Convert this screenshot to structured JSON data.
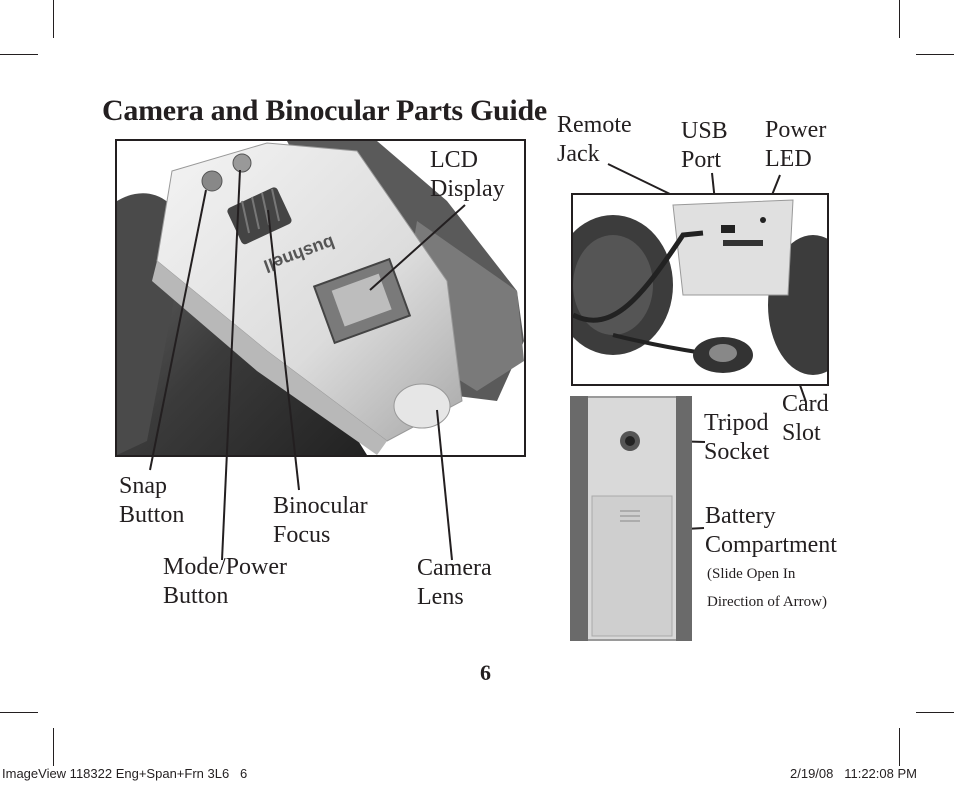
{
  "page": {
    "title": "Camera and Binocular Parts Guide",
    "page_number": "6"
  },
  "labels": {
    "lcd_display": "LCD\nDisplay",
    "snap_button": "Snap\nButton",
    "binocular_focus": "Binocular\nFocus",
    "mode_power_button": "Mode/Power\nButton",
    "camera_lens": "Camera\nLens",
    "remote_jack": "Remote\nJack",
    "usb_port": "USB\nPort",
    "power_led": "Power\nLED",
    "card_slot": "Card\nSlot",
    "tripod_socket": "Tripod\nSocket",
    "battery_compartment": "Battery\nCompartment",
    "battery_note": "(Slide Open In\nDirection of Arrow)"
  },
  "logo_text": "bushnell",
  "footer": {
    "slug_left": "ImageView 118322 Eng+Span+Frn 3L6   6",
    "slug_right": "2/19/08   11:22:08 PM"
  },
  "colors": {
    "ink": "#231f20",
    "photo_dark": "#3a3a3a",
    "photo_mid": "#8a8a8a",
    "photo_light": "#d8d8d8"
  }
}
